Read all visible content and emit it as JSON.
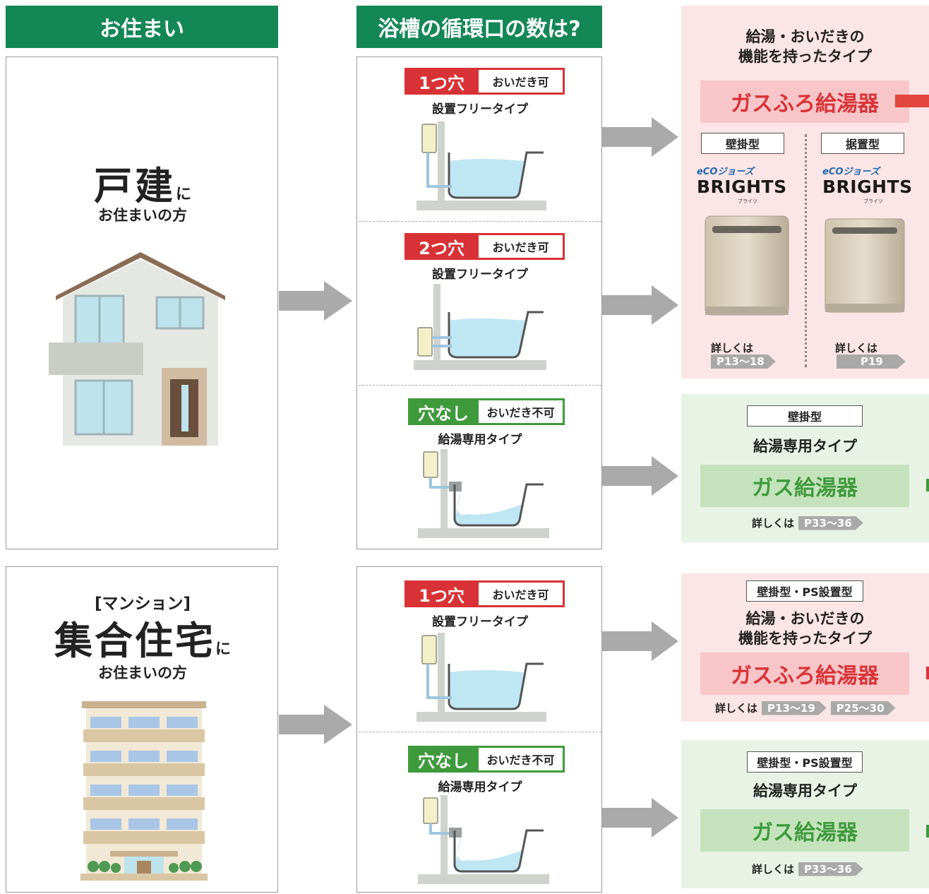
{
  "header": {
    "residence": "お住まい",
    "ports_question": "浴槽の循環口の数は?"
  },
  "house": {
    "title_main": "戸建",
    "title_suffix": "に",
    "subtitle": "お住まいの方"
  },
  "apartment": {
    "bracket": "[マンション]",
    "title_main": "集合住宅",
    "title_suffix": "に",
    "subtitle": "お住まいの方"
  },
  "ports": [
    {
      "key": "1つ穴",
      "option": "おいだき可",
      "type": "設置フリータイプ"
    },
    {
      "key": "2つ穴",
      "option": "おいだき可",
      "type": "設置フリータイプ"
    },
    {
      "key": "穴なし",
      "option": "おいだき不可",
      "type": "給湯専用タイプ"
    },
    {
      "key": "1つ穴",
      "option": "おいだき可",
      "type": "設置フリータイプ"
    },
    {
      "key": "穴なし",
      "option": "おいだき不可",
      "type": "給湯専用タイプ"
    }
  ],
  "panels": {
    "house_bath": {
      "title_line1": "給湯・おいだきの",
      "title_line2": "機能を持ったタイプ",
      "product": "ガスふろ給湯器",
      "wall_label": "壁掛型",
      "floor_label": "据置型",
      "eco_logo": "eCOジョーズ",
      "brand": "BRIGHTS",
      "brand_sub": "ブライツ",
      "detail_label": "詳しくは",
      "wall_pages": "P13〜18",
      "floor_pages": "P19"
    },
    "house_water": {
      "mount": "壁掛型",
      "title": "給湯専用タイプ",
      "product": "ガス給湯器",
      "detail_label": "詳しくは",
      "pages": "P33〜36"
    },
    "apt_bath": {
      "mount": "壁掛型・PS設置型",
      "title_line1": "給湯・おいだきの",
      "title_line2": "機能を持ったタイプ",
      "product": "ガスふろ給湯器",
      "detail_label": "詳しくは",
      "pages1": "P13〜19",
      "pages2": "P25〜30"
    },
    "apt_water": {
      "mount": "壁掛型・PS設置型",
      "title": "給湯専用タイプ",
      "product": "ガス給湯器",
      "detail_label": "詳しくは",
      "pages": "P33〜36"
    }
  },
  "colors": {
    "header_green": "#138755",
    "red": "#d93236",
    "green": "#3f9a3c",
    "arrow_gray": "#aaaaaa",
    "pink_panel": "#fbe5e6",
    "green_panel": "#e8f3e6"
  }
}
